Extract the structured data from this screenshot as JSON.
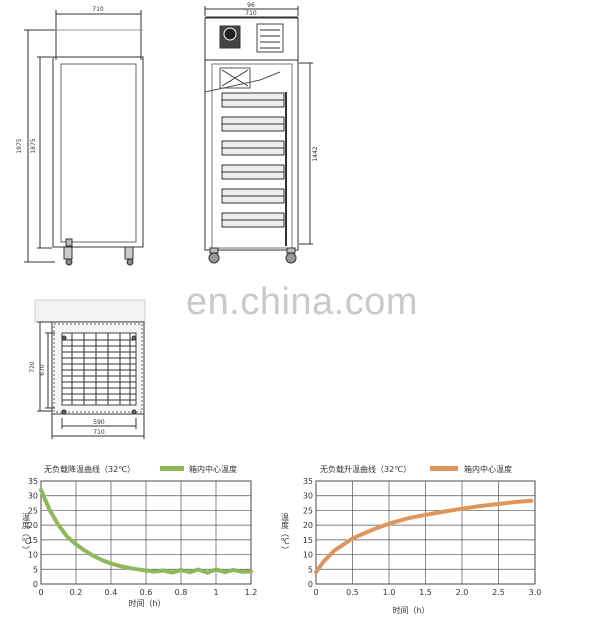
{
  "watermark": "en.china.com",
  "front_view": {
    "width_label": "710",
    "height_label": "1975",
    "inner_height_label": "1875"
  },
  "side_view": {
    "top_label": "96",
    "width_label": "710",
    "height_label": "1442"
  },
  "top_view": {
    "depth_label": "720",
    "inner_depth_label": "670",
    "inner_width_label": "590",
    "width_label": "710"
  },
  "legend_colors": {
    "green": "#8fb85a",
    "orange": "#e0965a"
  },
  "chart_data": [
    {
      "type": "line",
      "title": "无负载降温曲线（32℃）",
      "legend": "箱内中心温度",
      "ylabel": "温度（℃）",
      "xlabel": "时间（h）",
      "xlim": [
        0,
        1.2
      ],
      "ylim": [
        0,
        35
      ],
      "xticks": [
        "0",
        "0.2",
        "0.4",
        "0.6",
        "0.8",
        "1",
        "1.2"
      ],
      "yticks": [
        "0",
        "5",
        "10",
        "15",
        "20",
        "25",
        "30",
        "35"
      ],
      "grid": true,
      "color": "#8fb85a",
      "x": [
        0,
        0.05,
        0.1,
        0.15,
        0.2,
        0.25,
        0.3,
        0.35,
        0.4,
        0.45,
        0.5,
        0.55,
        0.6,
        0.65,
        0.7,
        0.75,
        0.8,
        0.85,
        0.9,
        0.95,
        1.0,
        1.05,
        1.1,
        1.15,
        1.2
      ],
      "y": [
        32,
        25,
        20,
        16,
        13.5,
        11.3,
        9.5,
        8.1,
        7.0,
        6.1,
        5.5,
        5.0,
        4.6,
        4.2,
        4.6,
        3.9,
        4.8,
        4.0,
        4.9,
        3.8,
        5.0,
        4.0,
        4.8,
        4.1,
        4.3
      ]
    },
    {
      "type": "line",
      "title": "无负载升温曲线（32℃）",
      "legend": "箱内中心温度",
      "ylabel": "温度（℃）",
      "xlabel": "时间（h）",
      "xlim": [
        0,
        3.0
      ],
      "ylim": [
        0,
        35
      ],
      "xticks": [
        "0",
        "0.5",
        "1.0",
        "1.5",
        "2.0",
        "2.5",
        "3.0"
      ],
      "yticks": [
        "0",
        "5",
        "10",
        "15",
        "20",
        "25",
        "30",
        "35"
      ],
      "grid": true,
      "color": "#e0965a",
      "x": [
        0,
        0.1,
        0.25,
        0.5,
        0.75,
        1.0,
        1.25,
        1.5,
        1.75,
        2.0,
        2.25,
        2.5,
        2.75,
        2.95
      ],
      "y": [
        4,
        7.5,
        11.3,
        15.5,
        18.2,
        20.5,
        22.3,
        23.5,
        24.6,
        25.6,
        26.5,
        27.2,
        27.9,
        28.3
      ]
    }
  ]
}
